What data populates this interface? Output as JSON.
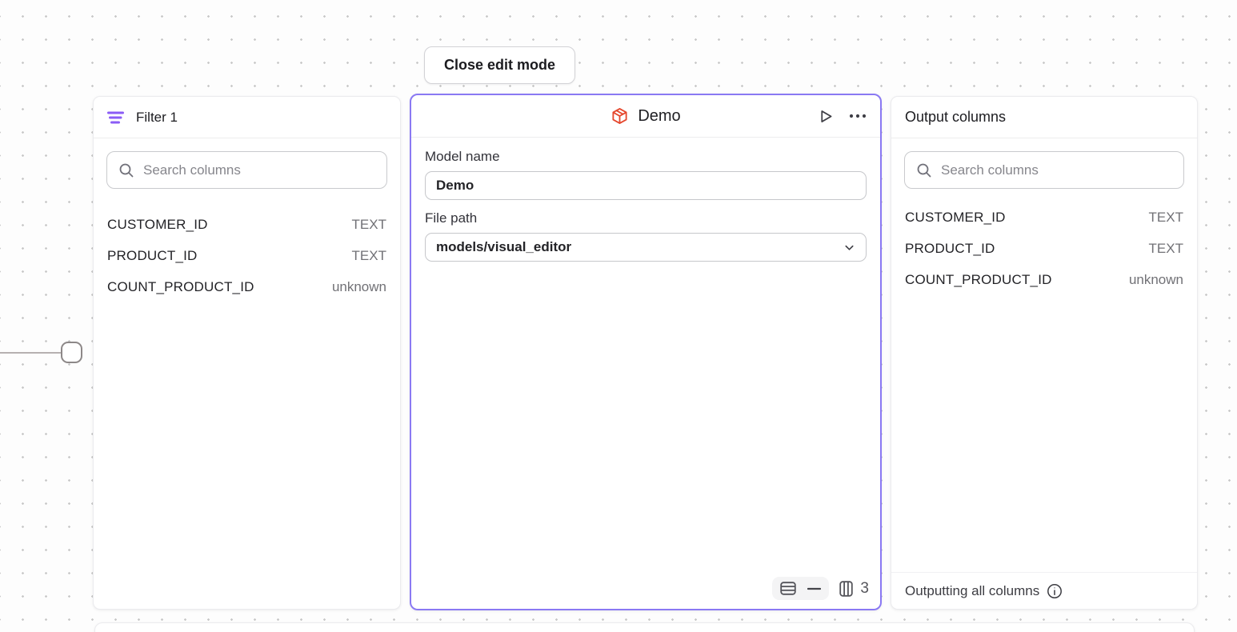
{
  "canvas": {
    "close_button_label": "Close edit mode"
  },
  "colors": {
    "selection_purple": "#8a79f3",
    "filter_icon_purple": "#8b5cf6",
    "model_icon_red": "#e5472d",
    "canvas_dot": "#c9c9c9"
  },
  "filter_panel": {
    "title": "Filter 1",
    "search_placeholder": "Search columns",
    "columns": [
      {
        "name": "CUSTOMER_ID",
        "type": "TEXT"
      },
      {
        "name": "PRODUCT_ID",
        "type": "TEXT"
      },
      {
        "name": "COUNT_PRODUCT_ID",
        "type": "unknown"
      }
    ]
  },
  "model_panel": {
    "title": "Demo",
    "model_name_label": "Model name",
    "model_name_value": "Demo",
    "file_path_label": "File path",
    "file_path_value": "models/visual_editor",
    "column_count": "3"
  },
  "output_panel": {
    "title": "Output columns",
    "search_placeholder": "Search columns",
    "columns": [
      {
        "name": "CUSTOMER_ID",
        "type": "TEXT"
      },
      {
        "name": "PRODUCT_ID",
        "type": "TEXT"
      },
      {
        "name": "COUNT_PRODUCT_ID",
        "type": "unknown"
      }
    ],
    "footer_text": "Outputting all columns"
  },
  "icons": {
    "filter": "filter-icon",
    "search": "search-icon",
    "model": "cube-icon",
    "run": "play-icon",
    "menu": "ellipsis-icon",
    "file_path_expand": "chevron-down-icon",
    "rows": "table-rows-icon",
    "collapse": "minus-icon",
    "columns": "table-columns-icon",
    "info": "info-icon"
  }
}
